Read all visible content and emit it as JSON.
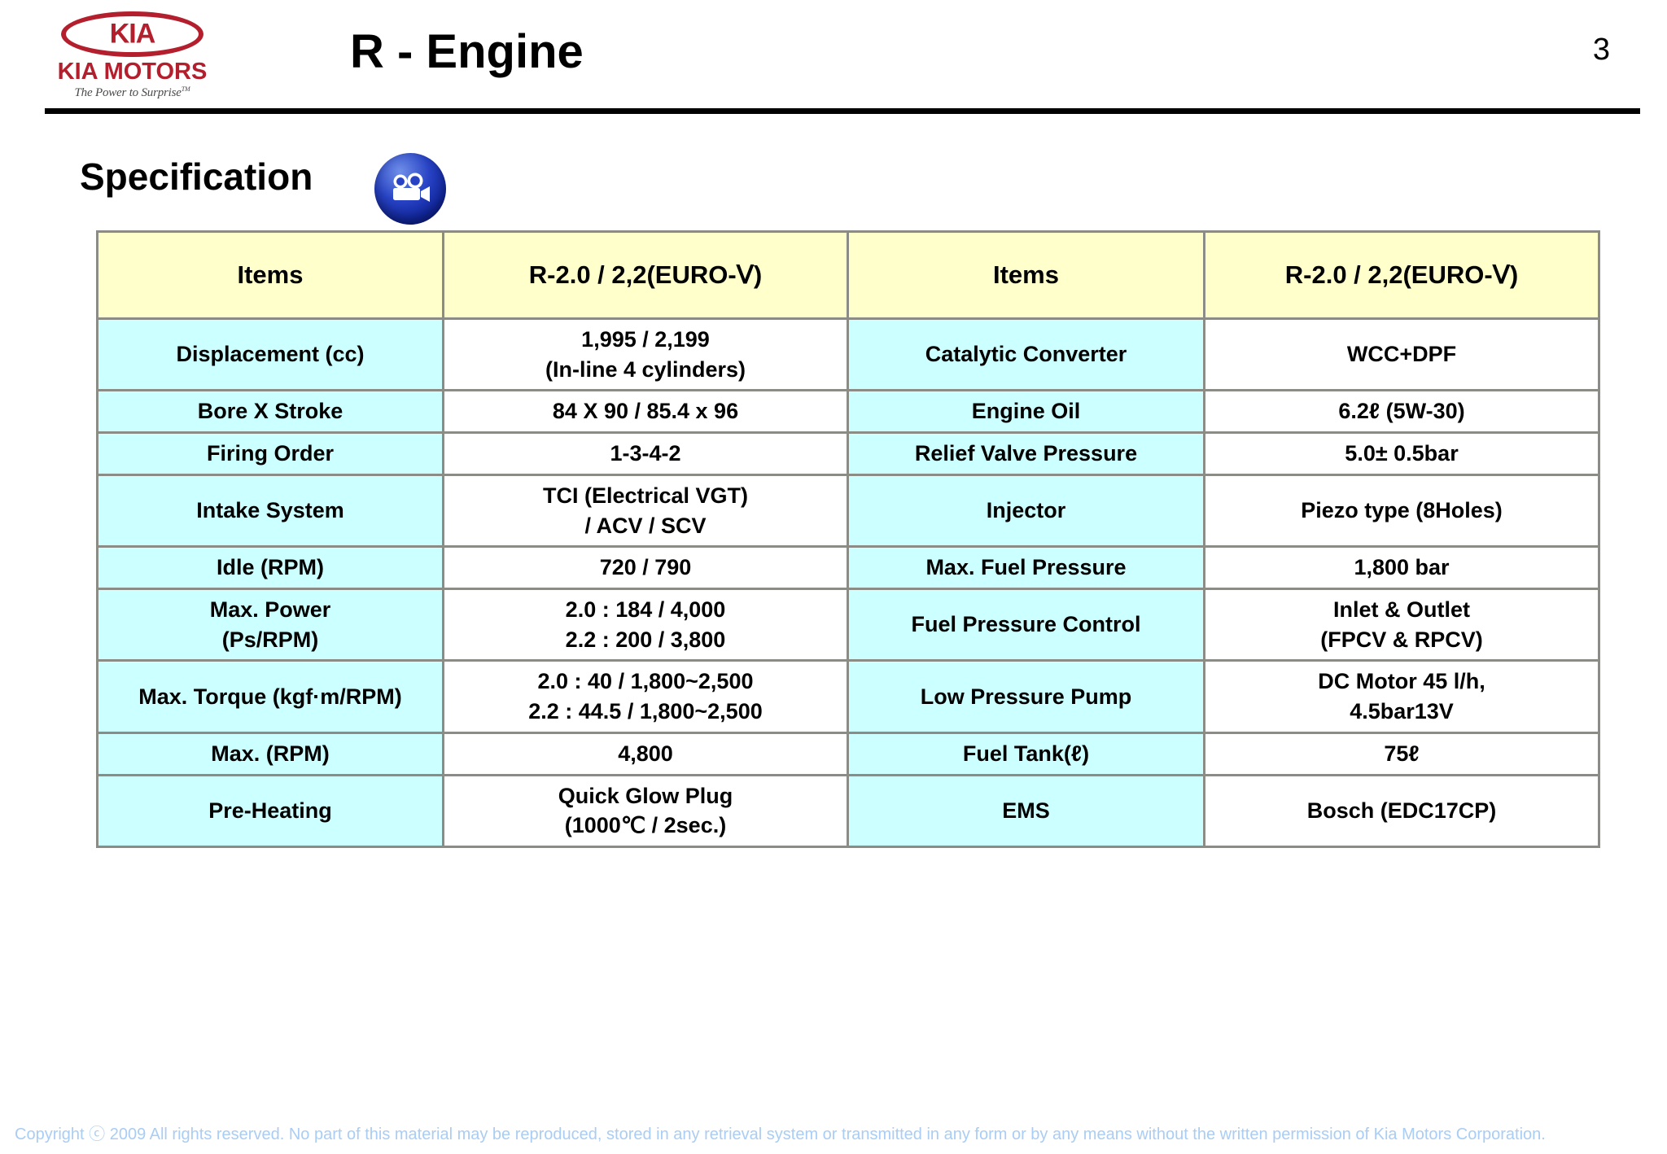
{
  "header": {
    "title": "R - Engine",
    "page_number": "3",
    "logo": {
      "oval_text": "KIA",
      "wordmark": "KIA MOTORS",
      "tagline": "The Power to Surprise",
      "tagline_mark": "TM"
    }
  },
  "section": {
    "heading": "Specification",
    "icon": "movie-camera-icon",
    "icon_color": "#2742c4"
  },
  "table": {
    "headers": [
      "Items",
      "R-2.0 / 2,2(EURO-Ⅴ)",
      "Items",
      "R-2.0 / 2,2(EURO-Ⅴ)"
    ],
    "rows": [
      {
        "left_label": "Displacement (cc)",
        "left_value_line1": "1,995 / 2,199",
        "left_value_line2": "(In-line 4 cylinders)",
        "right_label": "Catalytic Converter",
        "right_value_line1": "WCC+DPF",
        "right_value_line2": ""
      },
      {
        "left_label": "Bore  X Stroke",
        "left_value_line1": "84 X 90 / 85.4 x 96",
        "left_value_line2": "",
        "right_label": "Engine Oil",
        "right_value_line1": "6.2ℓ (5W-30)",
        "right_value_line2": ""
      },
      {
        "left_label": "Firing Order",
        "left_value_line1": "1-3-4-2",
        "left_value_line2": "",
        "right_label": "Relief Valve Pressure",
        "right_value_line1": "5.0± 0.5bar",
        "right_value_line2": ""
      },
      {
        "left_label": "Intake System",
        "left_value_line1": "TCI (Electrical VGT)",
        "left_value_line2": "/ ACV / SCV",
        "right_label": "Injector",
        "right_value_line1": "Piezo type (8Holes)",
        "right_value_line2": ""
      },
      {
        "left_label": "Idle (RPM)",
        "left_value_line1": "720 / 790",
        "left_value_line2": "",
        "right_label": "Max. Fuel Pressure",
        "right_value_line1": "1,800 bar",
        "right_value_line2": ""
      },
      {
        "left_label": "Max. Power",
        "left_label_line2": "(Ps/RPM)",
        "left_value_line1": "2.0 : 184 / 4,000",
        "left_value_line2": "2.2 : 200 / 3,800",
        "right_label": "Fuel Pressure Control",
        "right_value_line1": "Inlet & Outlet",
        "right_value_line2": "(FPCV & RPCV)"
      },
      {
        "left_label": "Max. Torque (kgf·m/RPM)",
        "left_value_line1": "2.0 : 40 /  1,800~2,500",
        "left_value_line2": "2.2 : 44.5 / 1,800~2,500",
        "right_label": "Low Pressure Pump",
        "right_value_line1": "DC Motor 45 l/h,",
        "right_value_line2": "4.5bar13V"
      },
      {
        "left_label": "Max. (RPM)",
        "left_value_line1": "4,800",
        "left_value_line2": "",
        "right_label": "Fuel Tank(ℓ)",
        "right_value_line1": "75ℓ",
        "right_value_line2": ""
      },
      {
        "left_label": "Pre-Heating",
        "left_value_line1": "Quick Glow Plug",
        "left_value_line2": "(1000℃ / 2sec.)",
        "right_label": "EMS",
        "right_value_line1": "Bosch (EDC17CP)",
        "right_value_line2": ""
      }
    ]
  },
  "footer": {
    "copyright": "Copyright ⓒ 2009 All rights reserved. No part of this material may be reproduced, stored in any retrieval system or transmitted in any form or by any means without the written permission of Kia Motors Corporation."
  }
}
